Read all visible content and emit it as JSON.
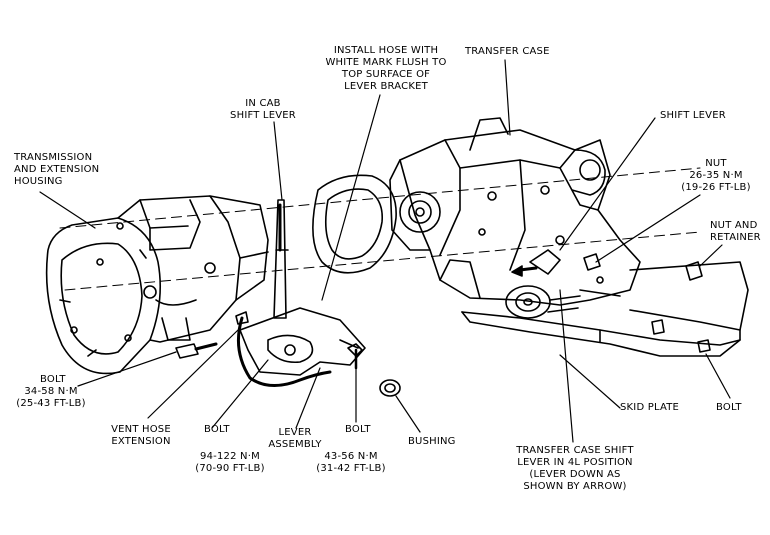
{
  "labels": {
    "install_hose": "INSTALL HOSE WITH\nWHITE MARK FLUSH TO\nTOP SURFACE OF\nLEVER BRACKET",
    "transfer_case": "TRANSFER CASE",
    "in_cab_shift_lever": "IN CAB\nSHIFT LEVER",
    "shift_lever": "SHIFT LEVER",
    "transmission_housing": "TRANSMISSION\nAND EXTENSION\nHOUSING",
    "nut_torque": "NUT\n26-35 N·m\n(19-26 FT-LB)",
    "nut_and_retainer": "NUT AND\nRETAINER",
    "bolt_left": "BOLT",
    "bolt_left_torque": "34-58 N·m\n(25-43 FT-LB)",
    "vent_hose_extension": "VENT HOSE\nEXTENSION",
    "bolt_center": "BOLT",
    "bolt_center_torque": "94-122 N·m\n(70-90 FT-LB)",
    "lever_assembly": "LEVER\nASSEMBLY",
    "bolt_right": "BOLT",
    "bolt_right_torque": "43-56 N·m\n(31-42 FT-LB)",
    "bushing": "BUSHING",
    "skid_plate": "SKID PLATE",
    "bolt_far_right": "BOLT",
    "transfer_case_shift_lever": "TRANSFER CASE SHIFT\nLEVER IN 4L POSITION\n(LEVER DOWN AS\nSHOWN BY ARROW)"
  }
}
